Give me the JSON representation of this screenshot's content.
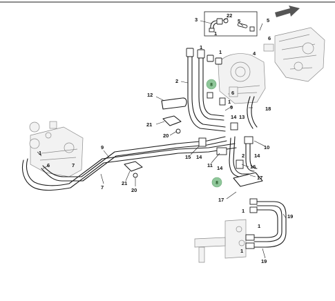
{
  "colors": {
    "line": "#1a1a1a",
    "ghost": "#8a8a8a",
    "marker": "#8fc79a",
    "arrow": "#555555"
  },
  "icons": {
    "direction": "arrow-right-icon",
    "detail_box": "detail-inset-box"
  },
  "callouts": {
    "c1a": "1",
    "c1b": "1",
    "c1c": "1",
    "c1d": "1",
    "c1e": "1",
    "c1f": "1",
    "c1g": "1",
    "c2a": "2",
    "c2b": "2",
    "c3": "3",
    "c4": "4",
    "c5a": "5",
    "c5b": "5",
    "c6a": "6",
    "c6b": "6",
    "c7a": "7",
    "c7b": "7",
    "c9a": "9",
    "c9b": "9",
    "c10": "10",
    "c11": "11",
    "c12": "12",
    "c13": "13",
    "c14a": "14",
    "c14b": "14",
    "c14c": "14",
    "c14d": "14",
    "c15": "15",
    "c16": "16",
    "c17a": "17",
    "c17b": "17",
    "c18": "18",
    "c19a": "19",
    "c19b": "19",
    "c20a": "20",
    "c20b": "20",
    "c21a": "21",
    "c21b": "21",
    "c22": "22"
  },
  "markers": {
    "m1": "8",
    "m2": "8"
  }
}
